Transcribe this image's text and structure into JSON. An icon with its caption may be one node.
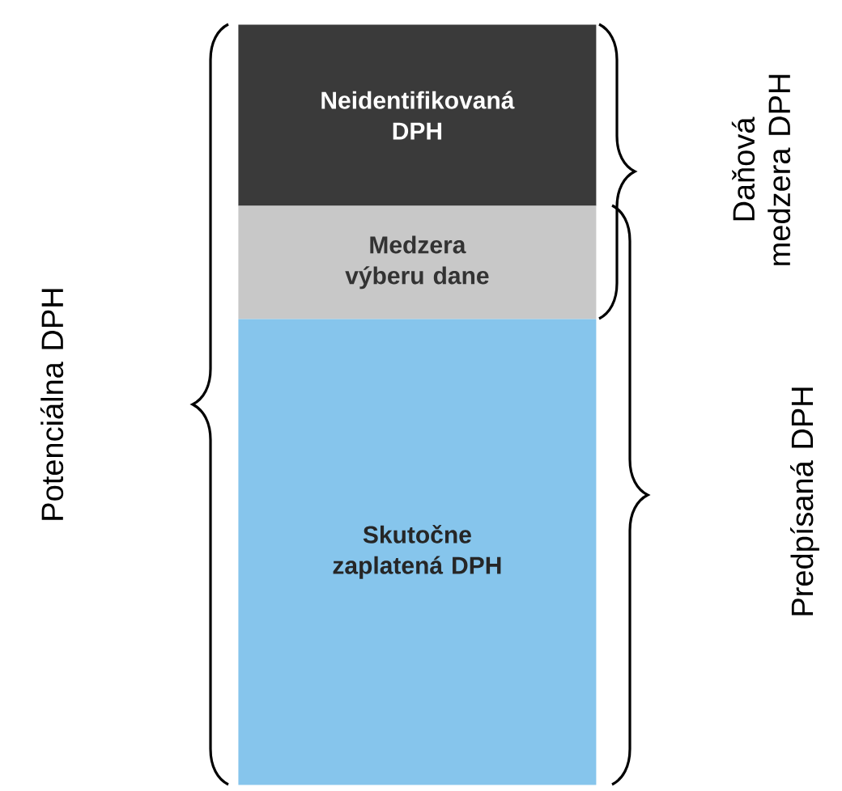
{
  "diagram": {
    "nodes": [
      {
        "text": [
          "Neidentifikovaná DPH"
        ]
      },
      {
        "text": [
          "Medzera výberu dane"
        ]
      },
      {
        "text": [
          "Skutočne zaplatená DPH"
        ]
      }
    ],
    "labels": [
      "Potenciálna DPH",
      "Daňová medzera DPH",
      "Predpísaná DPH"
    ]
  }
}
